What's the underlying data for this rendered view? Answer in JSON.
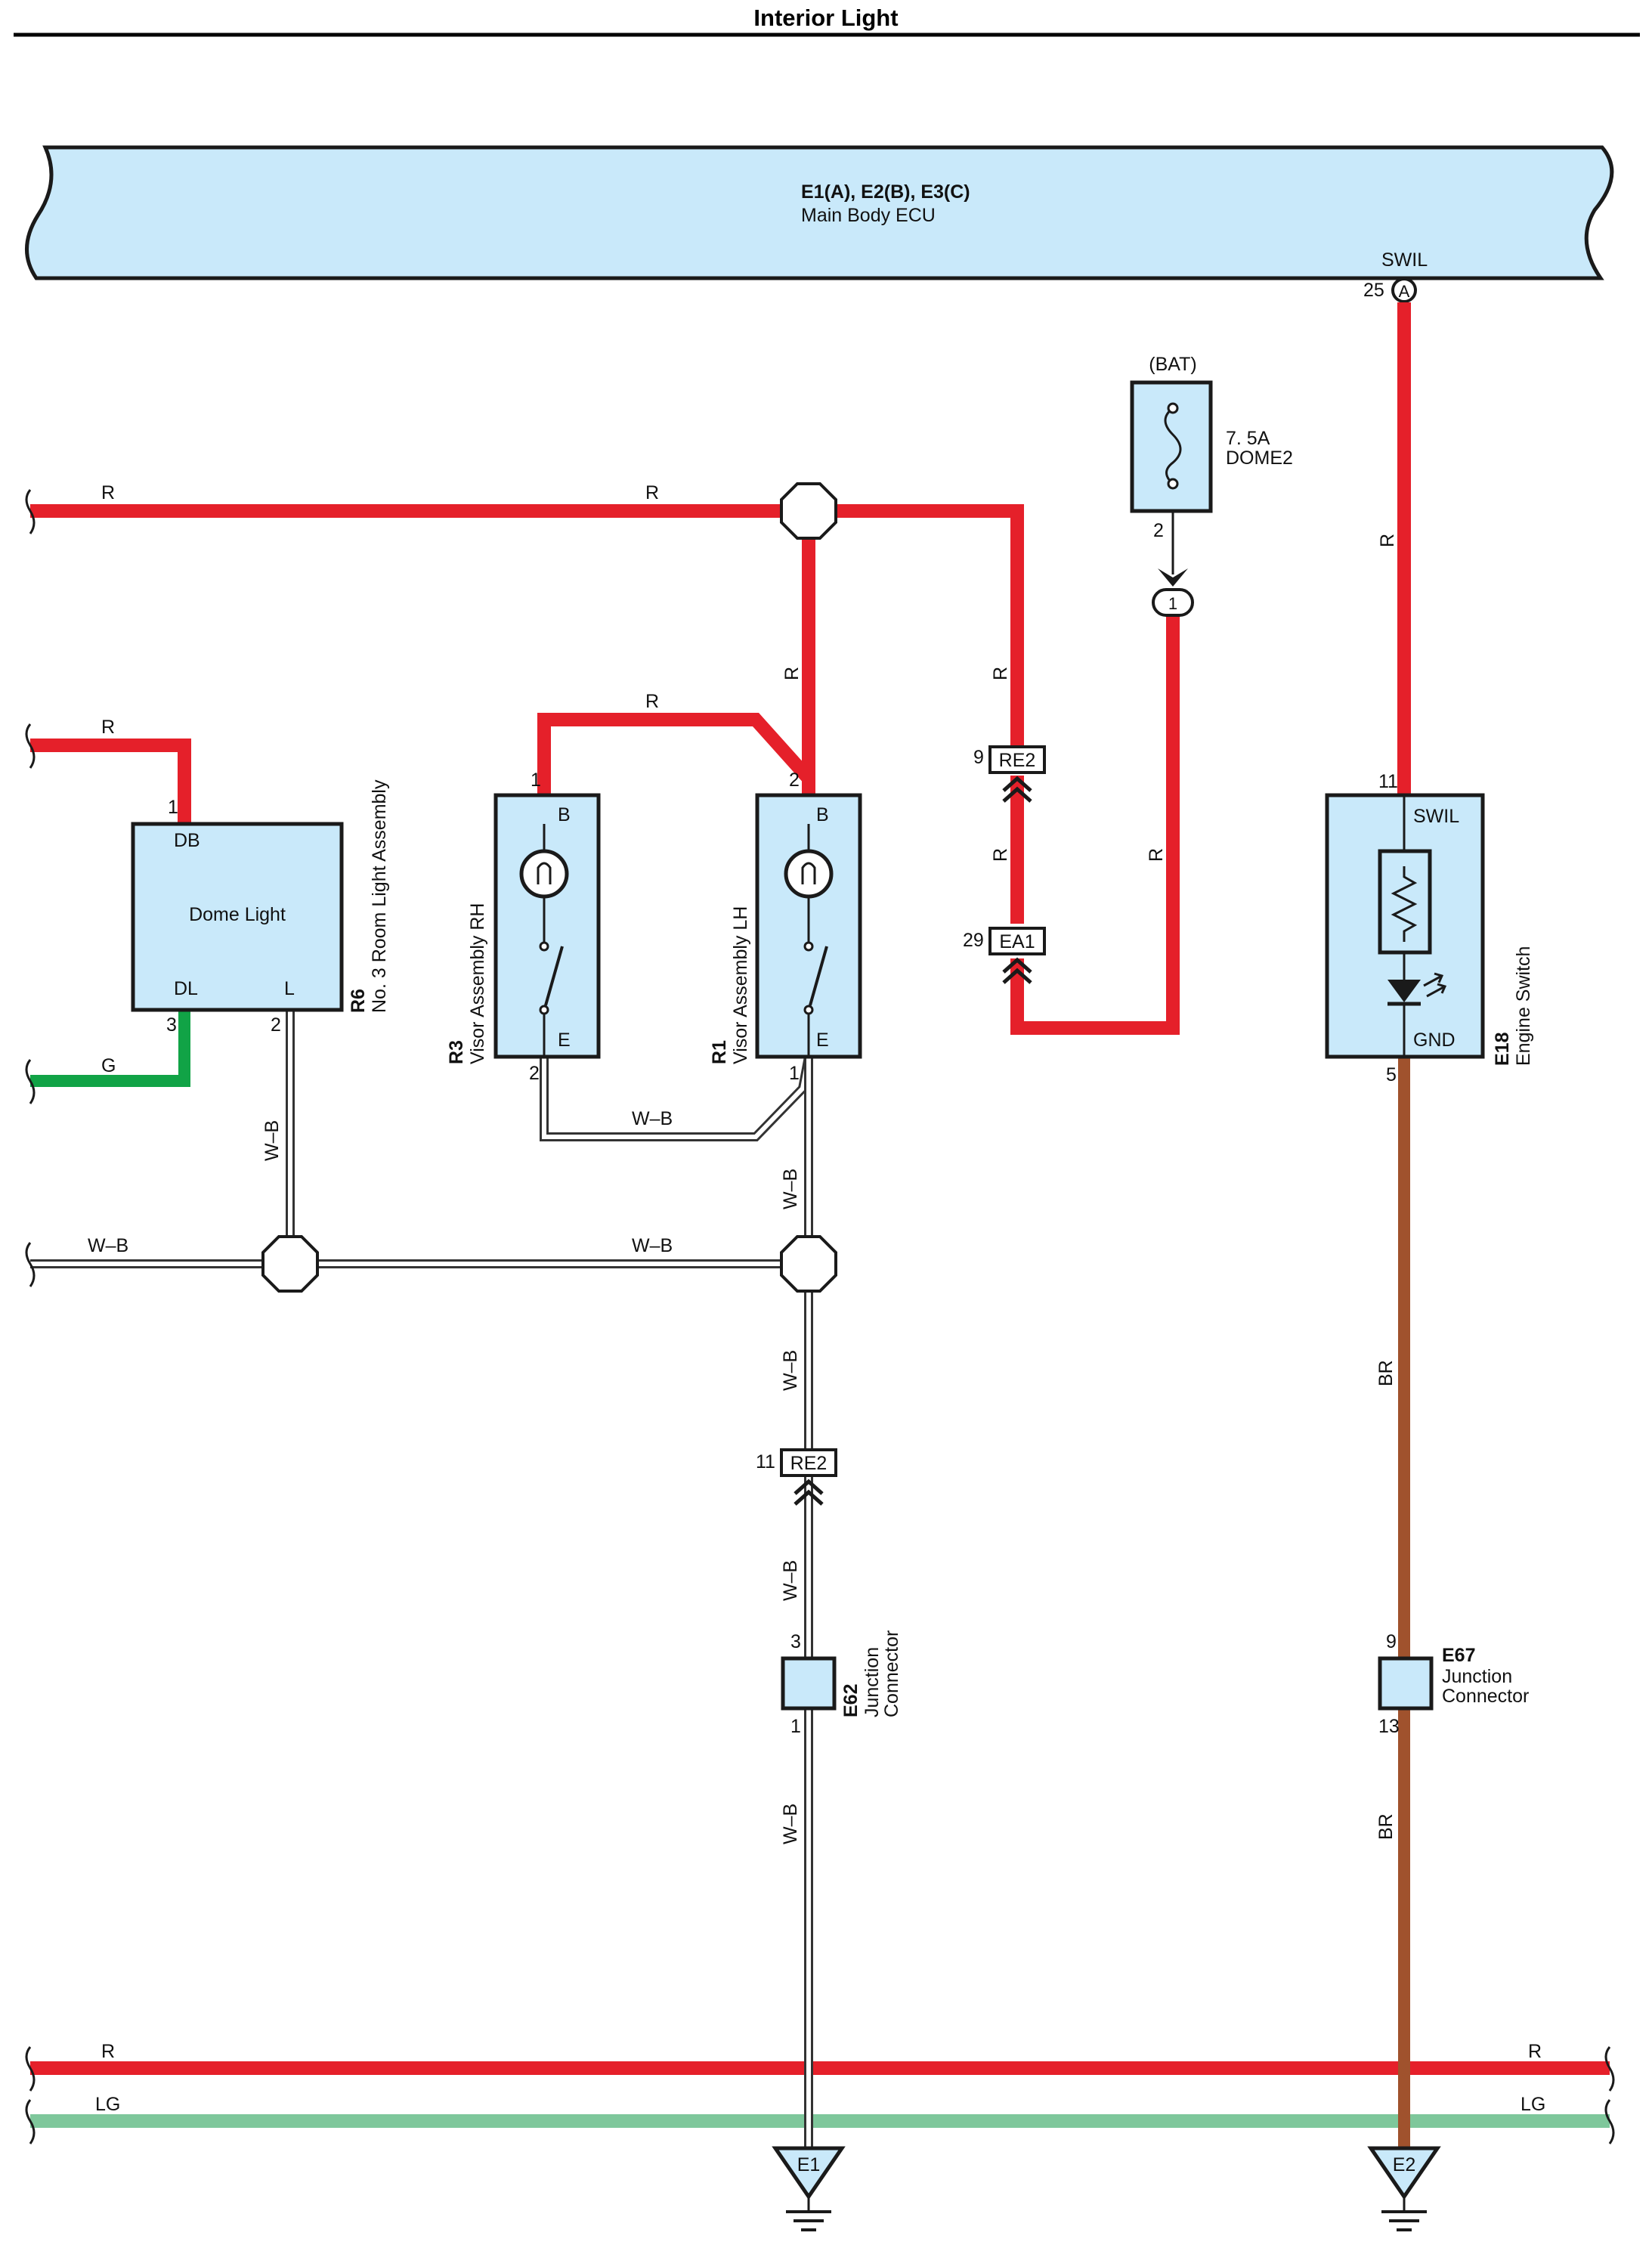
{
  "title": "Interior Light",
  "ecu": {
    "codes": "E1(A), E2(B), E3(C)",
    "name": "Main Body ECU",
    "terminal_label": "SWIL",
    "pin": "25",
    "connector": "A"
  },
  "fuse": {
    "source": "(BAT)",
    "rating": "7. 5A",
    "name": "DOME2",
    "pin": "2",
    "junction_pin": "1"
  },
  "dome_light": {
    "code": "R6",
    "assembly": "No. 3 Room Light Assembly",
    "label": "Dome Light",
    "terminal_db": "DB",
    "terminal_dl": "DL",
    "terminal_l": "L",
    "pin_db": "1",
    "pin_dl": "3",
    "pin_l": "2"
  },
  "visor_rh": {
    "code": "R3",
    "name": "Visor Assembly RH",
    "terminal_b": "B",
    "terminal_e": "E",
    "pin_b": "1",
    "pin_e": "2"
  },
  "visor_lh": {
    "code": "R1",
    "name": "Visor Assembly LH",
    "terminal_b": "B",
    "terminal_e": "E",
    "pin_b": "2",
    "pin_e": "1"
  },
  "engine_switch": {
    "code": "E18",
    "name": "Engine Switch",
    "terminal_swil": "SWIL",
    "terminal_gnd": "GND",
    "pin_swil": "11",
    "pin_gnd": "5"
  },
  "junction_e62": {
    "code": "E62",
    "line1": "Junction",
    "line2": "Connector",
    "pin_in": "3",
    "pin_out": "1"
  },
  "junction_e67": {
    "code": "E67",
    "line1": "Junction",
    "line2": "Connector",
    "pin_in": "9",
    "pin_out": "13"
  },
  "inline_connectors": {
    "re2_upper": {
      "label": "RE2",
      "pin": "9"
    },
    "ea1": {
      "label": "EA1",
      "pin": "29"
    },
    "re2_lower": {
      "label": "RE2",
      "pin": "11"
    }
  },
  "grounds": {
    "left": "E1",
    "right": "E2"
  },
  "wire_colors": {
    "r": "R",
    "g": "G",
    "wb": "W–B",
    "br": "BR",
    "lg": "LG"
  },
  "colors": {
    "red": "#e5202a",
    "green": "#11a346",
    "brown": "#a0522d",
    "light_green": "#7ec79b",
    "component_fill": "#c9e9fa"
  }
}
